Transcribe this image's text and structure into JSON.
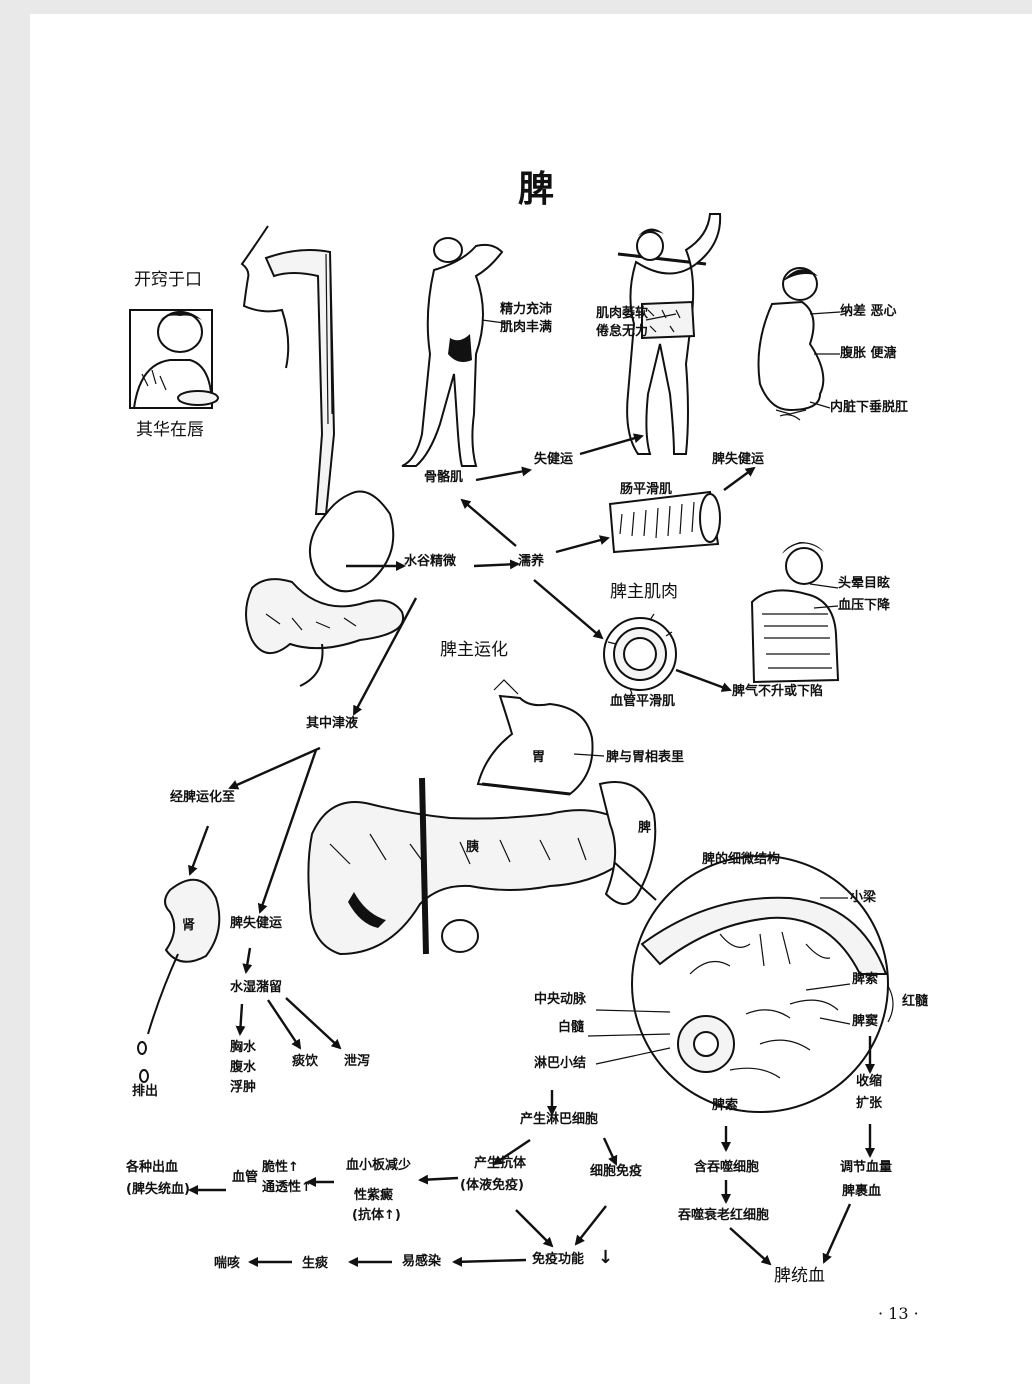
{
  "title": "脾",
  "page_number": "· 13 ·",
  "labels": {
    "kaiqiao": "开窍于口",
    "qihua": "其华在唇",
    "jingli": "精力充沛",
    "jirou_fengman": "肌肉丰满",
    "jirou_weiruan": "肌肉萎软",
    "juandai": "倦怠无力",
    "gugeji": "骨骼肌",
    "shijianyun_1": "失健运",
    "pishijianyun_1": "脾失健运",
    "nacha": "纳差 恶心",
    "fuzhang": "腹胀 便溏",
    "neizang": "内脏下垂脱肛",
    "changping": "肠平滑肌",
    "shuigu": "水谷精微",
    "ruyang": "濡养",
    "pizhu_jirou": "脾主肌肉",
    "touyun": "头晕目眩",
    "xueya": "血压下降",
    "xueguan_ping": "血管平滑肌",
    "piqi": "脾气不升或下陷",
    "pizhu_yunhua": "脾主运化",
    "jinye": "其中津液",
    "wei": "胃",
    "biaoli": "脾与胃相表里",
    "jingpi": "经脾运化至",
    "yi": "胰",
    "pi_organ": "脾",
    "shen": "肾",
    "paichu": "排出",
    "pishijianyun_2": "脾失健运",
    "shuishi": "水湿潴留",
    "xiongshui": "胸水",
    "fushui": "腹水",
    "fuzhong": "浮肿",
    "tanyin": "痰饮",
    "xiexie": "泄泻",
    "weixi": "脾的细微结构",
    "xiaoliang": "小梁",
    "pisuo": "脾索",
    "pidou": "脾窦",
    "hongsui": "红髓",
    "zhongyang": "中央动脉",
    "baisui": "白髓",
    "linba_jie": "淋巴小结",
    "pisuo_2": "脾索",
    "shousuo": "收缩",
    "kuozhang": "扩张",
    "chansheng_linba": "产生淋巴细胞",
    "chansheng_kangti": "产生抗体",
    "tiye": "(体液免疫)",
    "xibao_mianyi": "细胞免疫",
    "han_tunshi": "含吞噬细胞",
    "tunshi_hong": "吞噬衰老红细胞",
    "tiaojie": "调节血量",
    "piguo": "脾裹血",
    "pitong": "脾统血",
    "gezhong": "各种出血",
    "pishitong": "(脾失统血)",
    "xueguan": "血管",
    "cuixing": "脆性↑",
    "toutou": "通透性↑",
    "xuexiaoban": "血小板减少",
    "xingzi": "性紫癜",
    "kangti_up": "(抗体↑)",
    "mianyi": "免疫功能",
    "mianyi_down": "↓",
    "yiganran": "易感染",
    "shengtan": "生痰",
    "chuanke": "喘咳"
  }
}
